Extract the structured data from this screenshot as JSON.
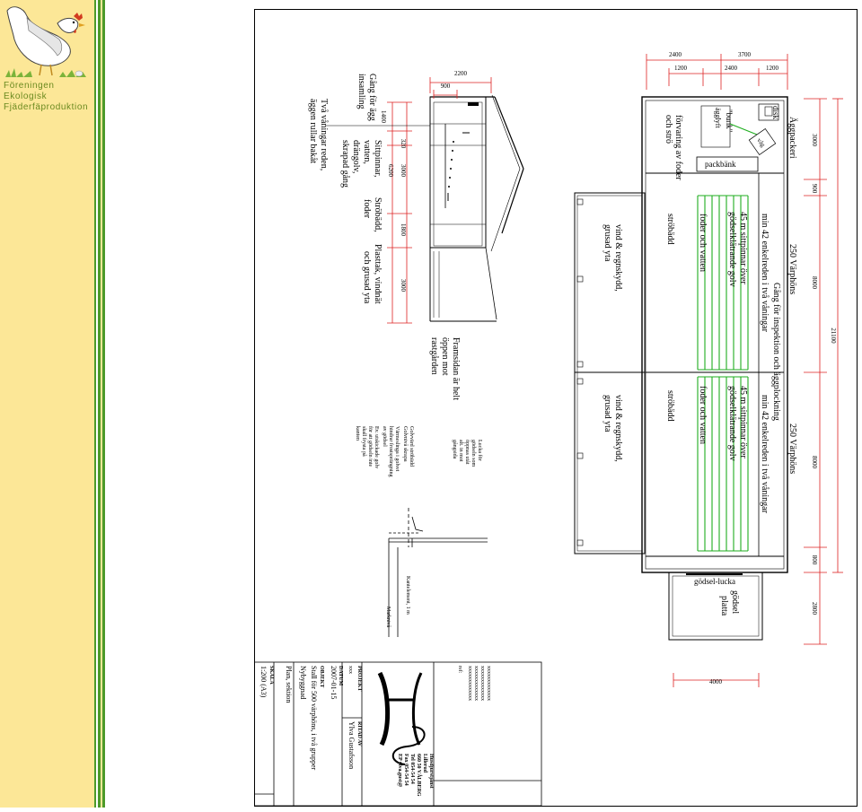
{
  "association": {
    "lines": [
      "Föreningen",
      "Ekologisk",
      "Fjäderfäproduktion"
    ],
    "colors": {
      "sidebar_bg": "#fce797",
      "stripe_green": "#4c9a2a",
      "text_green": "#6a8a1f"
    }
  },
  "plan": {
    "dims_top": [
      "2400",
      "3700",
      "1200",
      "2400",
      "1200"
    ],
    "dims_right": [
      "3000",
      "900",
      "8000",
      "8000",
      "800",
      "2800"
    ],
    "dim_total": "21100",
    "dim_bottom": "4000",
    "labels": {
      "aggpackeri": "Äggpackeri",
      "disk": "disk",
      "agglyft": "ägglyft",
      "bunk": "\"bunk\"",
      "vag": "våg",
      "packbank": "packbänk",
      "forvaring": [
        "förvaring av foder",
        "och strö"
      ],
      "hens_a": "250 Värphöns",
      "hens_b": "250 Värphöns",
      "gang_inspektion": "Gång för inspektion och äggplockning",
      "reden_a": "min 42 enkelreden i två våningar",
      "reden_b": "min 42 enkelreden i två våningar",
      "sittpinnar_a": [
        "45 m sittpinnar över",
        "gödselklätrande golv"
      ],
      "sittpinnar_b": [
        "45 m sittpinnar över",
        "gödselklätrande golv"
      ],
      "foder_vatten_a": "foder och vatten",
      "foder_vatten_b": "foder och vatten",
      "strobadd_a": "ströbädd",
      "strobadd_b": "ströbädd",
      "vind_a": [
        "vind & regnskydd,",
        "grusad yta"
      ],
      "vind_b": [
        "vind & regnskydd,",
        "grusad yta"
      ],
      "godsel_lucka": "gödsel-lucka",
      "godsel_platta": [
        "gödsel",
        "platta"
      ]
    }
  },
  "section": {
    "dims_top": [
      "2200",
      "900"
    ],
    "dims_side": [
      "1400",
      "320",
      "3000",
      "6200",
      "1800",
      "3000"
    ],
    "labels": {
      "gang_agg": [
        "Gång för ägg",
        "insamling"
      ],
      "tva_vaningar": [
        "Två våningar reden,",
        "äggen rullar bakåt"
      ],
      "sittpinnar": [
        "Sittpinnar,",
        "vatten,",
        "drängolv,",
        "skrapad gång"
      ],
      "strobadd": [
        "Ströbädd,",
        "foder"
      ],
      "plasttak": [
        "Plasttak, vindnät",
        "och grusad yta"
      ],
      "framsidan": [
        "Framsidan är helt",
        "öppen mot",
        "rastgården"
      ]
    }
  },
  "detail": {
    "lucka": [
      "Lucka för",
      "gödseln som",
      "öppnas utåt",
      "alt. in mot",
      "gångsida"
    ],
    "notes": [
      "Golvvärd ströbädd",
      "Golvnivå skrapa",
      "Värmeslinga i golvet",
      "hindrar frostsprängning",
      "av gödsel",
      "Ev. utskickade golv",
      "för att gödseln inte",
      "skall frysta på",
      "kanten"
    ],
    "kantsten": "Kantelement, 1 m",
    "markniva": "Marknivå"
  },
  "title_block": {
    "company_lines": [
      "Husdjurstjänst",
      "Lillerud",
      "660 50 VÅLBERG",
      "Tel 054-54 54",
      "Fax 054-54 54",
      "EP ylva.gust@"
    ],
    "ref_header": "ref:",
    "ref_rows": [
      "xxxxxxxxxxxxx",
      "xxxxxxxxxxxxx",
      "xxxxxxxxxxxxx",
      "xxxxxxxxxxxxx"
    ],
    "projekt_label": "PROJEKT",
    "projekt_value": "xxx",
    "ritad_av_label": "RITAD AV",
    "ritad_av": "Ylva Gustafsson",
    "datum_label": "DATUM",
    "datum": "2007-01-15",
    "objekt_label": "OBJEKT",
    "objekt": "Stall för 500 värphöns, i två grupper",
    "nybyggnad": "Nybyggnad",
    "plan_sektion": "Plan, sektion",
    "skala_label": "SKALA",
    "skala": "1:200 (A3)",
    "logo": "HS"
  }
}
